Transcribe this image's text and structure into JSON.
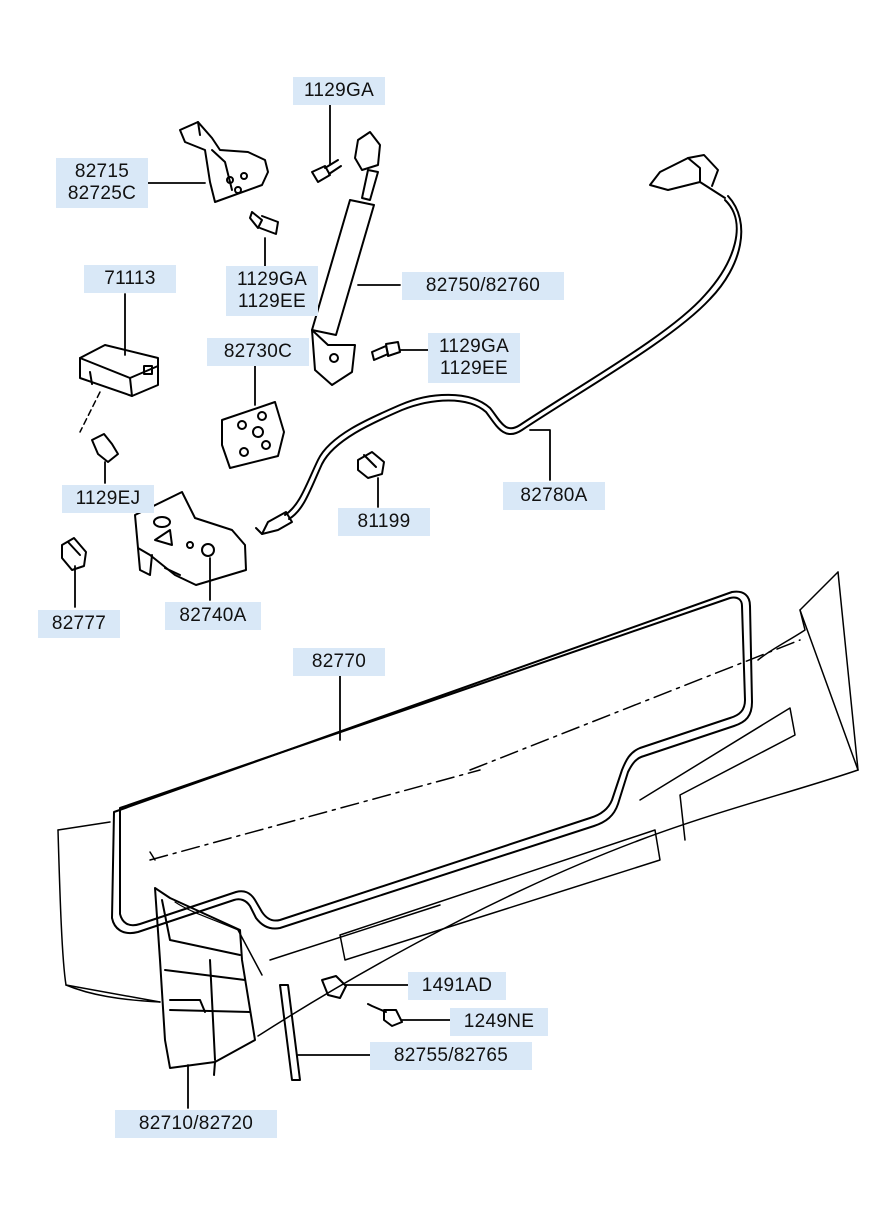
{
  "labels": {
    "l_1129ga_top": "1129GA",
    "l_82715": "82715",
    "l_82725c": "82725C",
    "l_1129ga_mid": "1129GA",
    "l_1129ee_mid": "1129EE",
    "l_82750": "82750/82760",
    "l_71113": "71113",
    "l_82730c": "82730C",
    "l_1129ga_right": "1129GA",
    "l_1129ee_right": "1129EE",
    "l_1129ej": "1129EJ",
    "l_82780a": "82780A",
    "l_81199": "81199",
    "l_82777": "82777",
    "l_82740a": "82740A",
    "l_82770": "82770",
    "l_1491ad": "1491AD",
    "l_1249ne": "1249NE",
    "l_82755": "82755/82765",
    "l_82710": "82710/82720"
  }
}
